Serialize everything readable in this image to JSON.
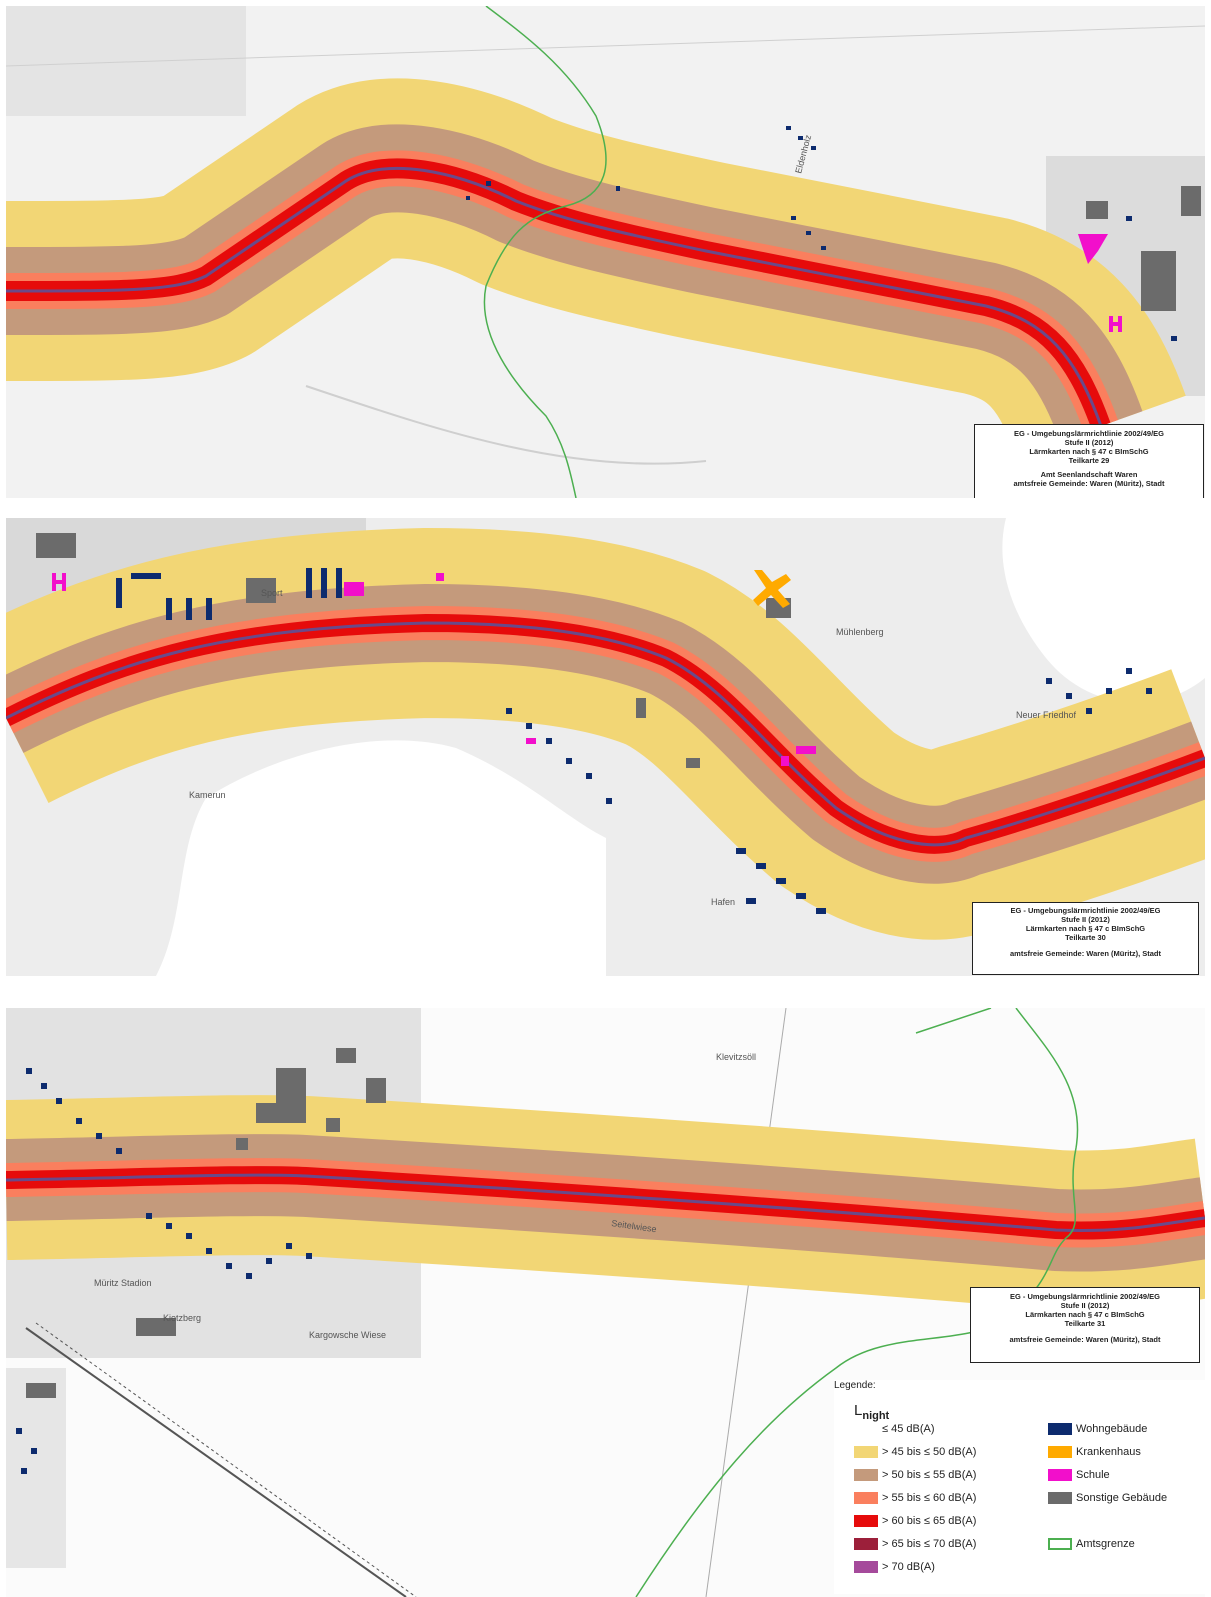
{
  "panels": [
    {
      "id": "teilkarte-29",
      "title_lines": [
        "EG - Umgebungslärmrichtlinie 2002/49/EG",
        "Stufe II (2012)",
        "Lärmkarten nach § 47 c BImSchG",
        "Teilkarte 29",
        "",
        "Amt Seenlandschaft Waren",
        "amtsfreie Gemeinde: Waren (Müritz), Stadt"
      ]
    },
    {
      "id": "teilkarte-30",
      "title_lines": [
        "EG - Umgebungslärmrichtlinie 2002/49/EG",
        "Stufe II (2012)",
        "Lärmkarten nach § 47 c BImSchG",
        "Teilkarte 30",
        "",
        "amtsfreie Gemeinde: Waren (Müritz), Stadt"
      ]
    },
    {
      "id": "teilkarte-31",
      "title_lines": [
        "EG - Umgebungslärmrichtlinie 2002/49/EG",
        "Stufe II (2012)",
        "Lärmkarten nach § 47 c BImSchG",
        "Teilkarte 31",
        "",
        "amtsfreie Gemeinde: Waren (Müritz), Stadt"
      ]
    }
  ],
  "place_labels": {
    "eldenholz": "Eldenholz",
    "muehlenberg": "Mühlenberg",
    "neuer_friedhof": "Neuer Friedhof",
    "kamerun": "Kamerun",
    "klevitzsoll": "Klevitzsöll",
    "seitelwiese": "Seitelwiese",
    "kietzberg": "Kietzberg",
    "kargowsche_wiese": "Kargowsche Wiese",
    "mueritz_stadion": "Müritz Stadion",
    "sport": "Sport",
    "hafen": "Hafen"
  },
  "legend": {
    "title": "Legende:",
    "lnight_main": "L",
    "lnight_sub": "night",
    "noise_classes": [
      {
        "label": "≤ 45 dB(A)",
        "color": ""
      },
      {
        "label": "> 45 bis ≤ 50 dB(A)",
        "color": "#f2d675"
      },
      {
        "label": "> 50 bis ≤ 55 dB(A)",
        "color": "#c49a7c"
      },
      {
        "label": "> 55 bis ≤ 60 dB(A)",
        "color": "#fa7f5e"
      },
      {
        "label": "> 60 bis ≤ 65 dB(A)",
        "color": "#e60b0b"
      },
      {
        "label": "> 65 bis ≤ 70 dB(A)",
        "color": "#9c1f3a"
      },
      {
        "label": "> 70 dB(A)",
        "color": "#a54a9b"
      }
    ],
    "building_classes": [
      {
        "label": "Wohngebäude",
        "color": "#0d2b6e"
      },
      {
        "label": "Krankenhaus",
        "color": "#ffaa00"
      },
      {
        "label": "Schule",
        "color": "#f20fcb"
      },
      {
        "label": "Sonstige Gebäude",
        "color": "#6b6b6b"
      }
    ],
    "boundary": {
      "label": "Amtsgrenze",
      "color": "#4caf50"
    }
  }
}
